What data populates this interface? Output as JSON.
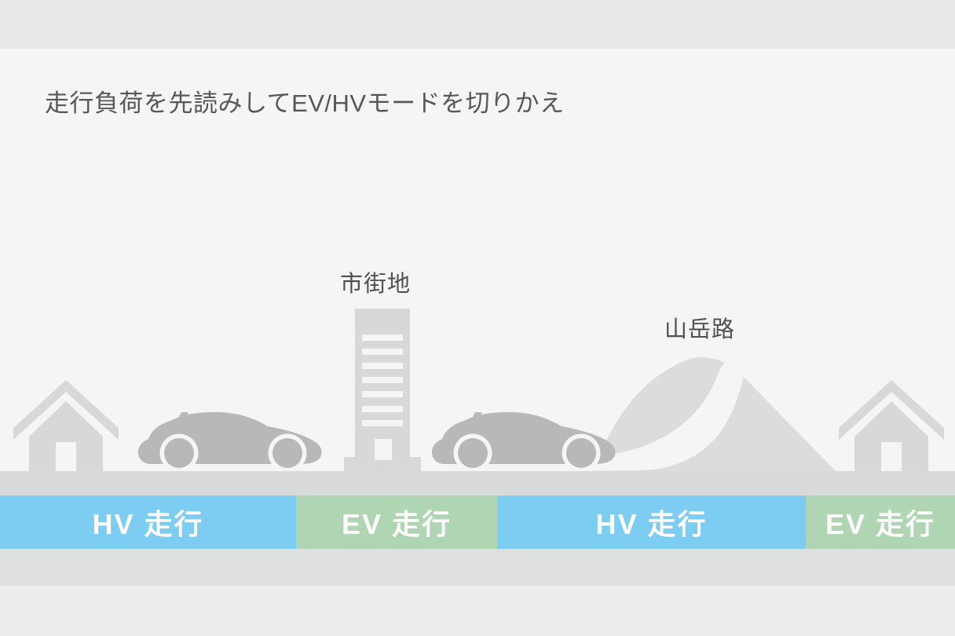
{
  "page": {
    "title": "走行負荷を先読みしてEV/HVモードを切りかえ"
  },
  "scene": {
    "urban_label": "市街地",
    "mountain_label": "山岳路",
    "icons": [
      "house-icon",
      "sedan-car-icon",
      "office-building-icon",
      "mountain-road-icon"
    ]
  },
  "mode_bar": {
    "segments": [
      {
        "label": "HV 走行",
        "mode": "HV",
        "color": "#7dcdf3"
      },
      {
        "label": "EV 走行",
        "mode": "EV",
        "color": "#b0d5b2"
      },
      {
        "label": "HV 走行",
        "mode": "HV",
        "color": "#7dcdf3"
      },
      {
        "label": "EV 走行",
        "mode": "EV",
        "color": "#b0d5b2"
      }
    ],
    "text_color": "#ffffff"
  },
  "colors": {
    "background_main": "#f4f5f5",
    "band_top": "#e8e9e9",
    "road_ground": "#d9dada",
    "strip_below_bar": "#dedfdf",
    "band_bottom": "#ebecec",
    "structure_gray": "#d7d8d8",
    "mountain_gray": "#dbdcdc",
    "car_gray": "#b7b8b8",
    "title_text": "#565757",
    "label_text": "#4f5050"
  }
}
